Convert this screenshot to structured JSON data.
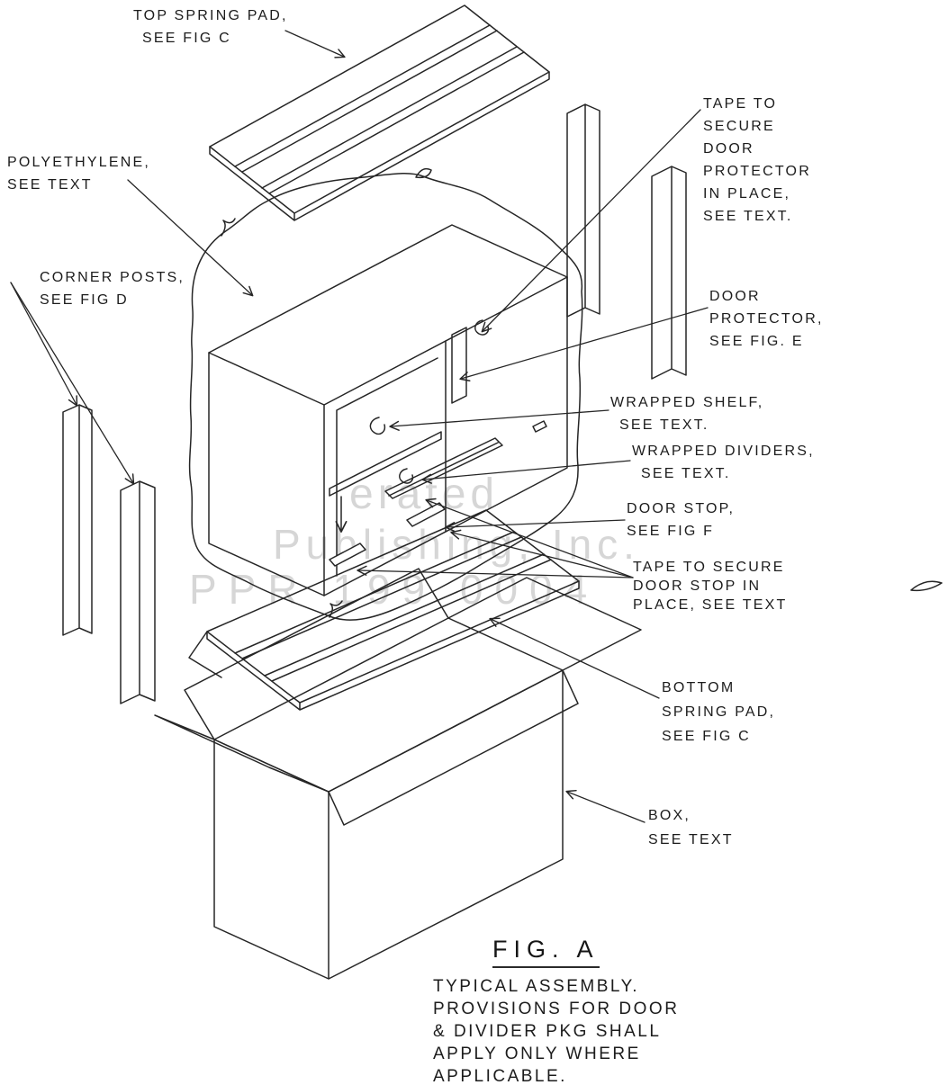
{
  "figure": {
    "title": "FIG. A",
    "caption": [
      "TYPICAL ASSEMBLY.",
      "PROVISIONS FOR DOOR",
      "& DIVIDER PKG SHALL",
      "APPLY ONLY WHERE",
      "APPLICABLE."
    ]
  },
  "labels": {
    "top_spring_pad": [
      "TOP SPRING PAD,",
      "SEE FIG C"
    ],
    "polyethylene": [
      "POLYETHYLENE,",
      "SEE TEXT"
    ],
    "corner_posts": [
      "CORNER POSTS,",
      "SEE FIG D"
    ],
    "tape_door_protector": [
      "TAPE TO",
      "SECURE",
      "DOOR",
      "PROTECTOR",
      "IN PLACE,",
      "SEE TEXT."
    ],
    "door_protector": [
      "DOOR",
      "PROTECTOR,",
      "SEE FIG. E"
    ],
    "wrapped_shelf": [
      "WRAPPED SHELF,",
      "SEE TEXT."
    ],
    "wrapped_dividers": [
      "WRAPPED DIVIDERS,",
      "SEE TEXT."
    ],
    "door_stop": [
      "DOOR STOP,",
      "SEE FIG F"
    ],
    "tape_door_stop": [
      "TAPE TO SECURE",
      "DOOR STOP IN",
      "PLACE, SEE TEXT"
    ],
    "bottom_spring_pad": [
      "BOTTOM",
      "SPRING PAD,",
      "SEE FIG C"
    ],
    "box": [
      "BOX,",
      "SEE TEXT"
    ]
  },
  "watermark": [
    "erated",
    "Publishing, Inc.",
    "PPR 199 0004"
  ],
  "colors": {
    "ink": "#262626",
    "watermark": "#cdcdcd"
  }
}
